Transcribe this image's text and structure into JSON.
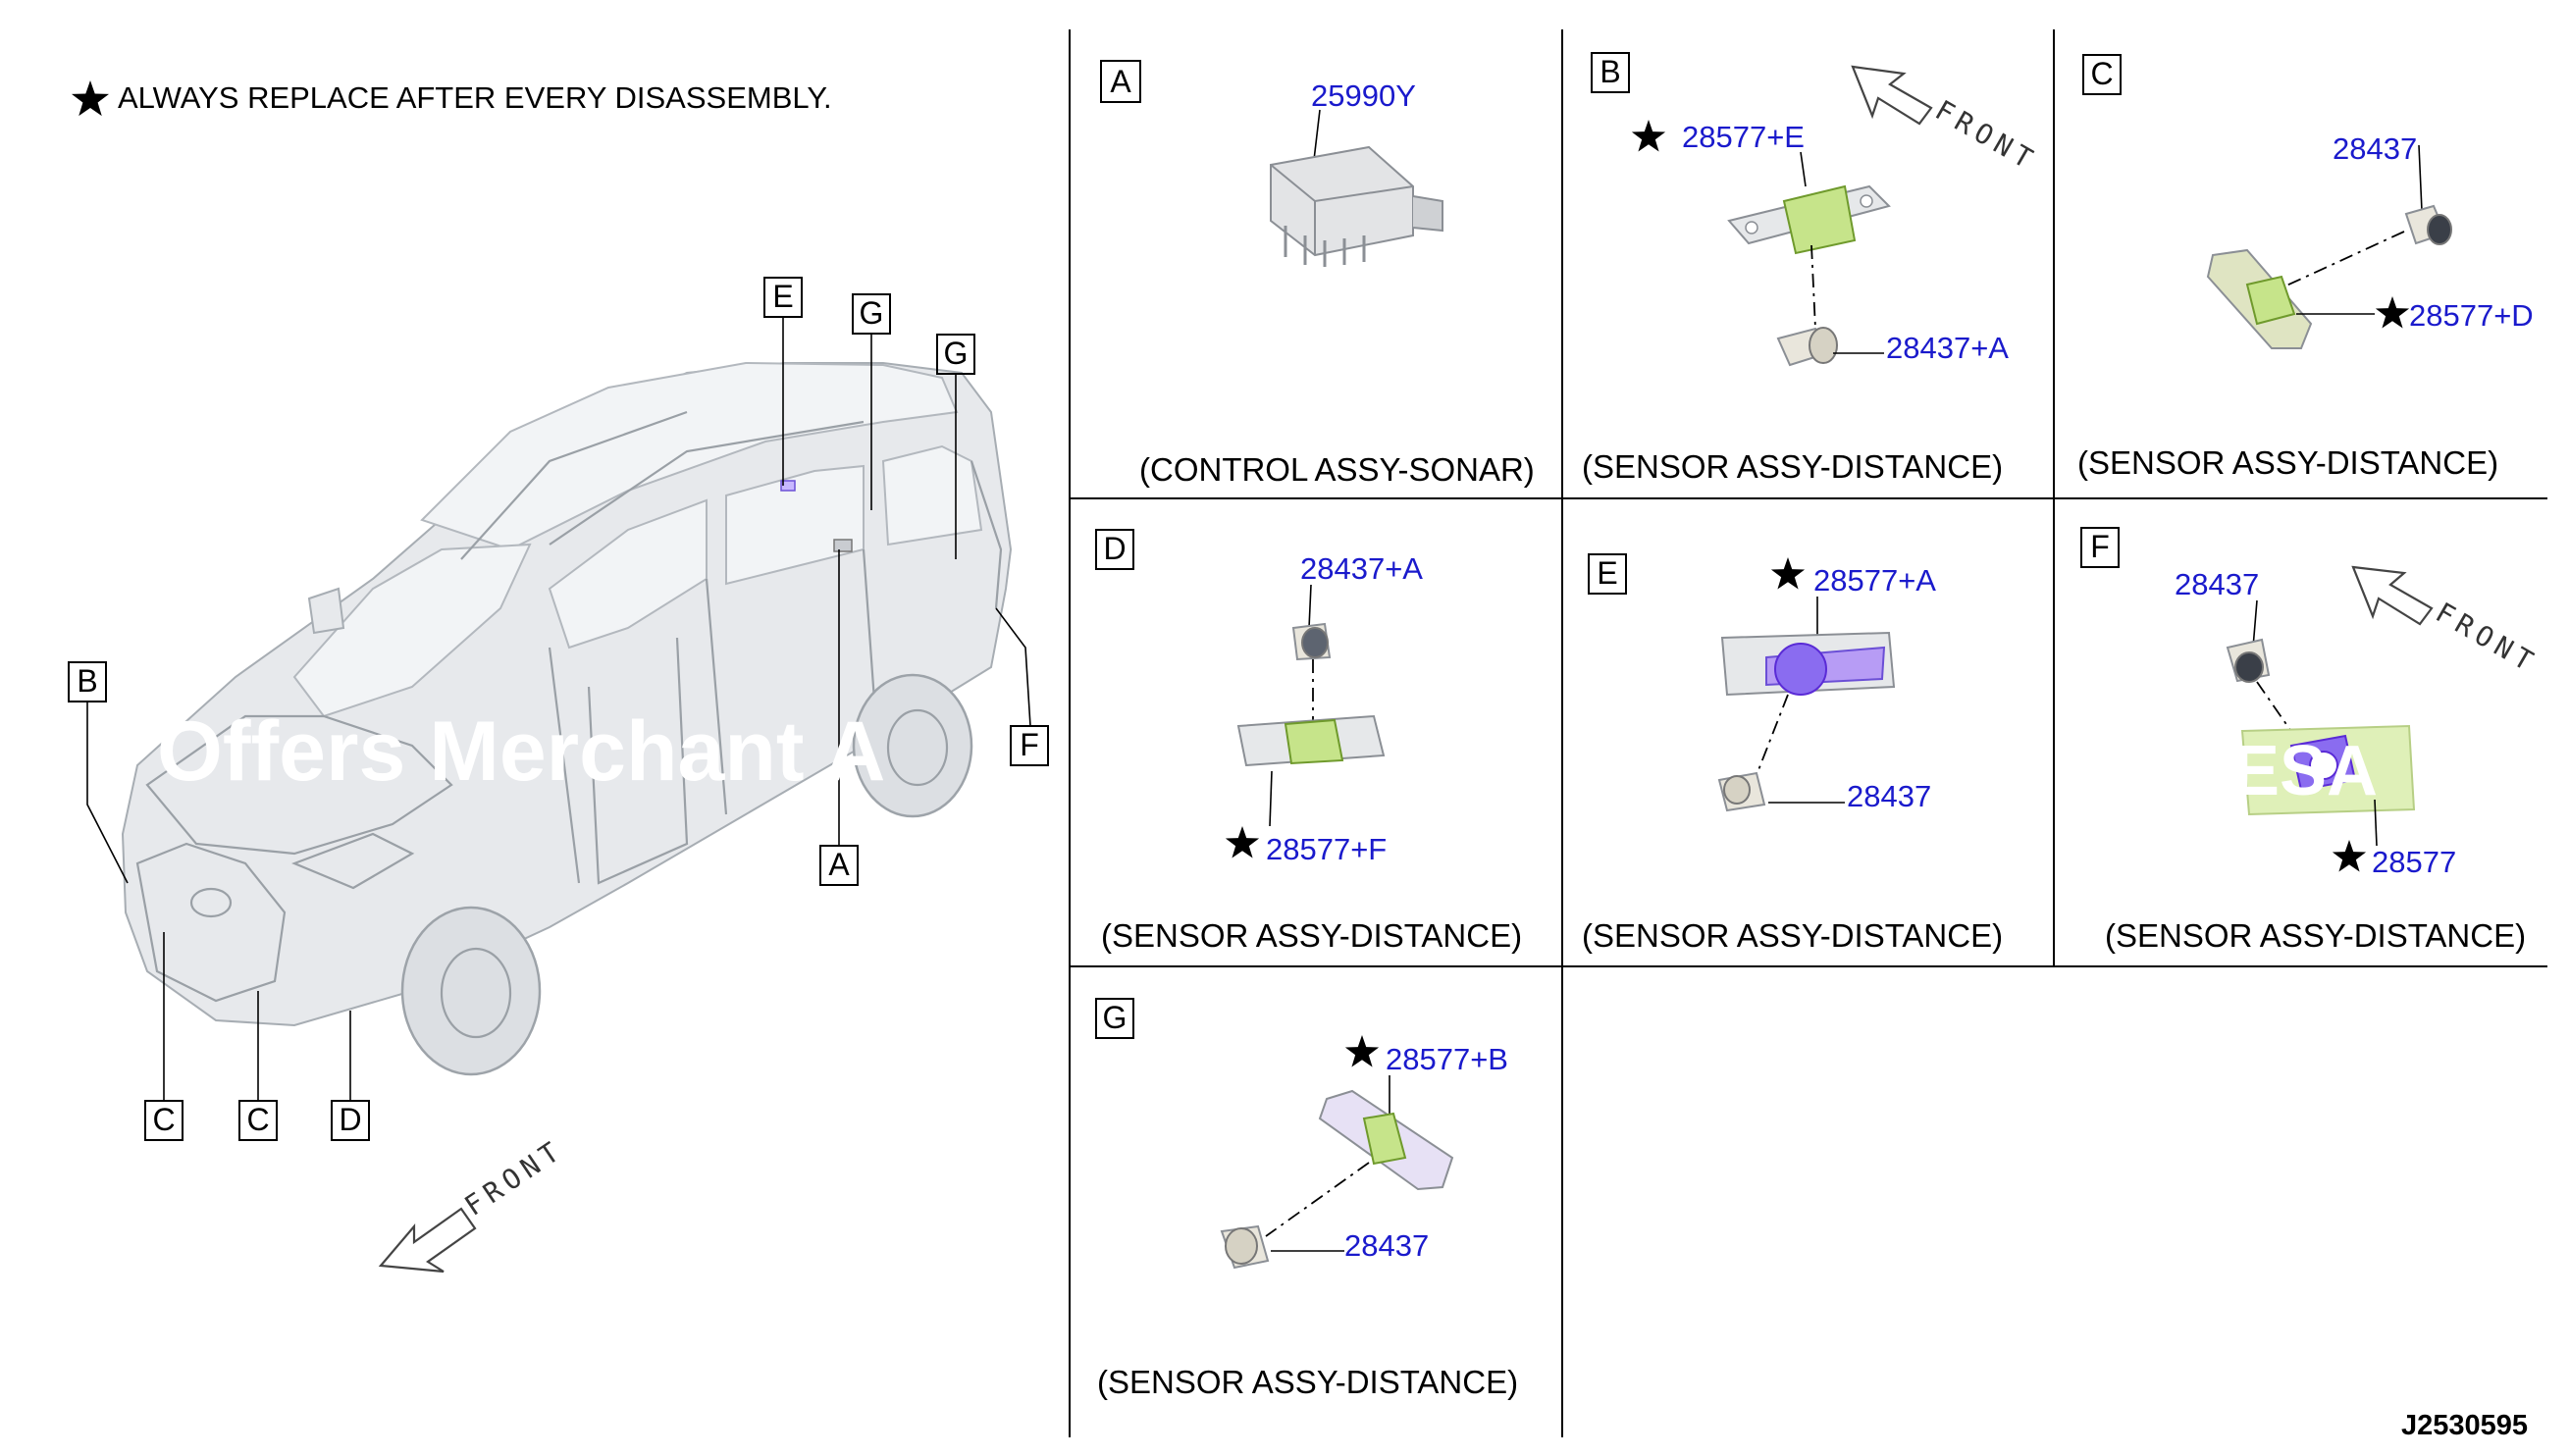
{
  "note": "ALWAYS REPLACE AFTER EVERY DISASSEMBLY.",
  "front_label": "FRONT",
  "doc_id": "J2530595",
  "watermark": "Offers Merchant A",
  "watermark_f": "ESA",
  "overview_labels": {
    "E": "E",
    "G_left": "G",
    "G_right": "G",
    "B": "B",
    "A": "A",
    "F_cut": "F",
    "C1": "C",
    "C2": "C",
    "D": "D"
  },
  "panels": {
    "A": {
      "letter": "A",
      "caption": "(CONTROL ASSY-SONAR)",
      "part1": "25990Y"
    },
    "B": {
      "letter": "B",
      "caption": "(SENSOR ASSY-DISTANCE)",
      "part1": "28577+E",
      "part2": "28437+A",
      "front": "FRONT"
    },
    "C": {
      "letter": "C",
      "caption": "(SENSOR ASSY-DISTANCE)",
      "part1": "28437",
      "part2": "28577+D"
    },
    "D": {
      "letter": "D",
      "caption": "(SENSOR ASSY-DISTANCE)",
      "part1": "28437+A",
      "part2": "28577+F"
    },
    "E": {
      "letter": "E",
      "caption": "(SENSOR ASSY-DISTANCE)",
      "part1": "28577+A",
      "part2": "28437"
    },
    "F": {
      "letter": "F",
      "caption": "(SENSOR ASSY-DISTANCE)",
      "part1": "28437",
      "part2": "28577",
      "front": "FRONT"
    },
    "G": {
      "letter": "G",
      "caption": "(SENSOR ASSY-DISTANCE)",
      "part1": "28577+B",
      "part2": "28437"
    }
  }
}
